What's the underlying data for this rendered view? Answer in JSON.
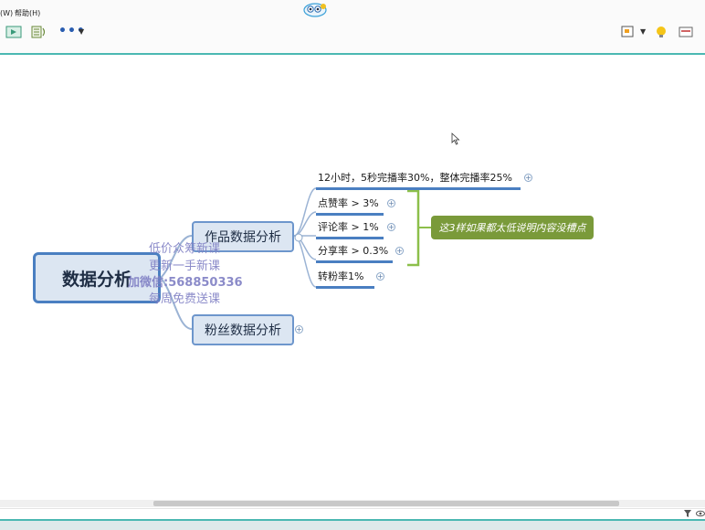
{
  "menu": {
    "partial_left": "(W)",
    "help": "帮助(H)"
  },
  "toolbar": {
    "more_label": "•••"
  },
  "mindmap": {
    "central": "数据分析",
    "main_topics": [
      "作品数据分析",
      "粉丝数据分析"
    ],
    "subtopics": [
      "12小时，5秒完播率30%，整体完播率25%",
      "点赞率 > 3%",
      "评论率 > 1%",
      "分享率 > 0.3%",
      "转粉率1%"
    ],
    "summary": "这3样如果都太低说明内容没槽点"
  },
  "watermark": {
    "line1": "低价众筹新课",
    "line2": "更新一手新课",
    "line3": "加微信:568850336",
    "line4": "每周免费送课"
  },
  "colors": {
    "accent_teal": "#4bb8b2",
    "topic_border": "#4a7fc1",
    "topic_fill": "#dce6f2",
    "summary_fill": "#7a9a3a",
    "bracket": "#8cbf4a"
  },
  "icons": [
    "app-logo-icon",
    "presentation-icon",
    "outline-icon",
    "more-icon",
    "slideshow-icon",
    "lightbulb-icon",
    "panel-icon",
    "filter-icon",
    "eye-icon",
    "expand-plus-icon",
    "mouse-cursor-icon"
  ]
}
